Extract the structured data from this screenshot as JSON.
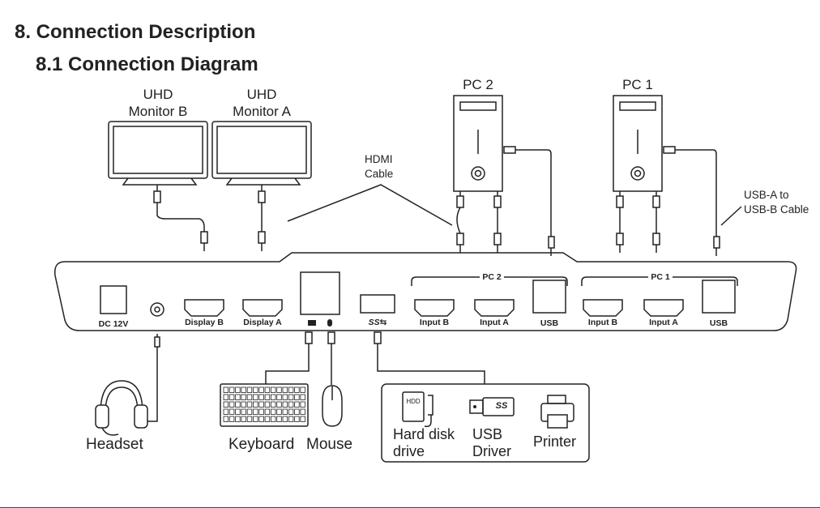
{
  "headings": {
    "section": "8. Connection Description",
    "subsection": "8.1 Connection Diagram"
  },
  "monitors": [
    {
      "line1": "UHD",
      "line2": "Monitor B"
    },
    {
      "line1": "UHD",
      "line2": "Monitor A"
    }
  ],
  "pcs": [
    "PC 2",
    "PC 1"
  ],
  "cables": {
    "hdmi_line1": "HDMI",
    "hdmi_line2": "Cable",
    "usb_line1": "USB-A to",
    "usb_line2": "USB-B Cable"
  },
  "ports": {
    "dc": "DC 12V",
    "display_b": "Display B",
    "display_a": "Display A",
    "pc2_group": "PC 2",
    "pc1_group": "PC 1",
    "pc2_input_b": "Input B",
    "pc2_input_a": "Input A",
    "pc2_usb": "USB",
    "pc1_input_b": "Input B",
    "pc1_input_a": "Input A",
    "pc1_usb": "USB"
  },
  "devices": {
    "headset": "Headset",
    "keyboard": "Keyboard",
    "mouse": "Mouse",
    "hdd_line1": "Hard disk",
    "hdd_line2": "drive",
    "hdd_icon_text": "HDD",
    "usb_line1": "USB",
    "usb_line2": "Driver",
    "usb_icon_text": "SS",
    "printer": "Printer"
  },
  "colors": {
    "line": "#222222",
    "text": "#222222",
    "background": "#ffffff"
  }
}
